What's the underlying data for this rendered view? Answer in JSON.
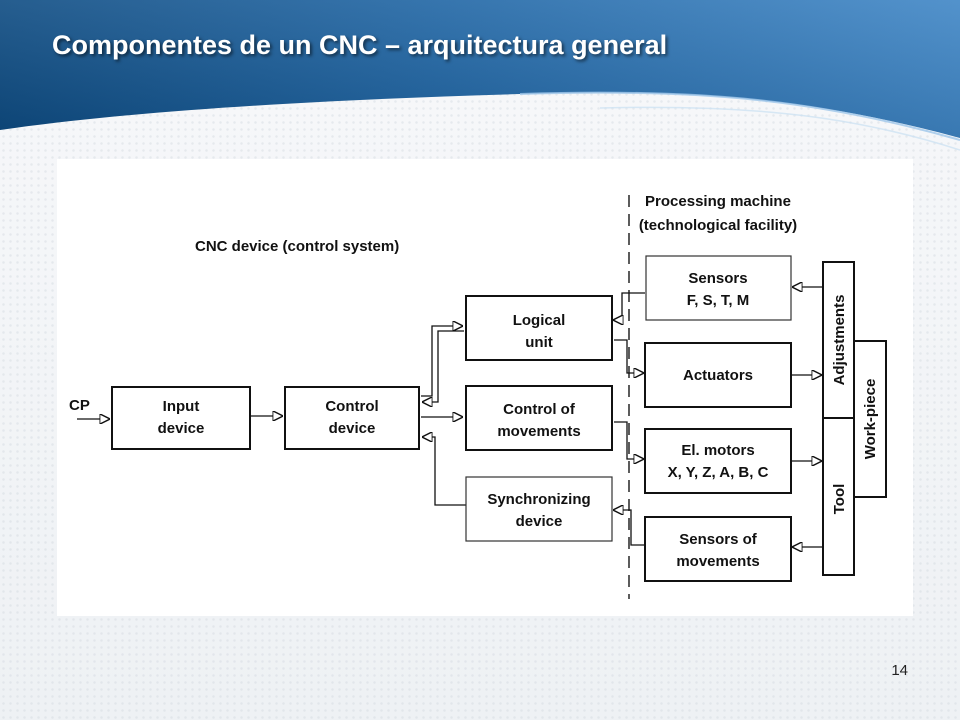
{
  "slide": {
    "title": "Componentes de un CNC – arquitectura general",
    "page_number": "14"
  },
  "colors": {
    "header_dark": "#0d4b82",
    "header_light": "#3f86c6",
    "background": "#f3f5f7",
    "diagram_bg": "#ffffff"
  },
  "diagram": {
    "cnc_label": "CNC device (control system)",
    "machine_label": [
      "Processing machine",
      "(technological facility)"
    ],
    "cp_label": "CP",
    "input_device": [
      "Input",
      "device"
    ],
    "control_device": [
      "Control",
      "device"
    ],
    "logical_unit": [
      "Logical",
      "unit"
    ],
    "control_movements": [
      "Control of",
      "movements"
    ],
    "synchronizing_device": [
      "Synchronizing",
      "device"
    ],
    "sensors": [
      "Sensors",
      "F, S, T, M"
    ],
    "actuators": [
      "Actuators"
    ],
    "el_motors": [
      "El. motors",
      "X, Y, Z, A, B, C"
    ],
    "sensors_movements": [
      "Sensors of",
      "movements"
    ],
    "adjustments": "Adjustments",
    "tool": "Tool",
    "work_piece": "Work-piece"
  }
}
